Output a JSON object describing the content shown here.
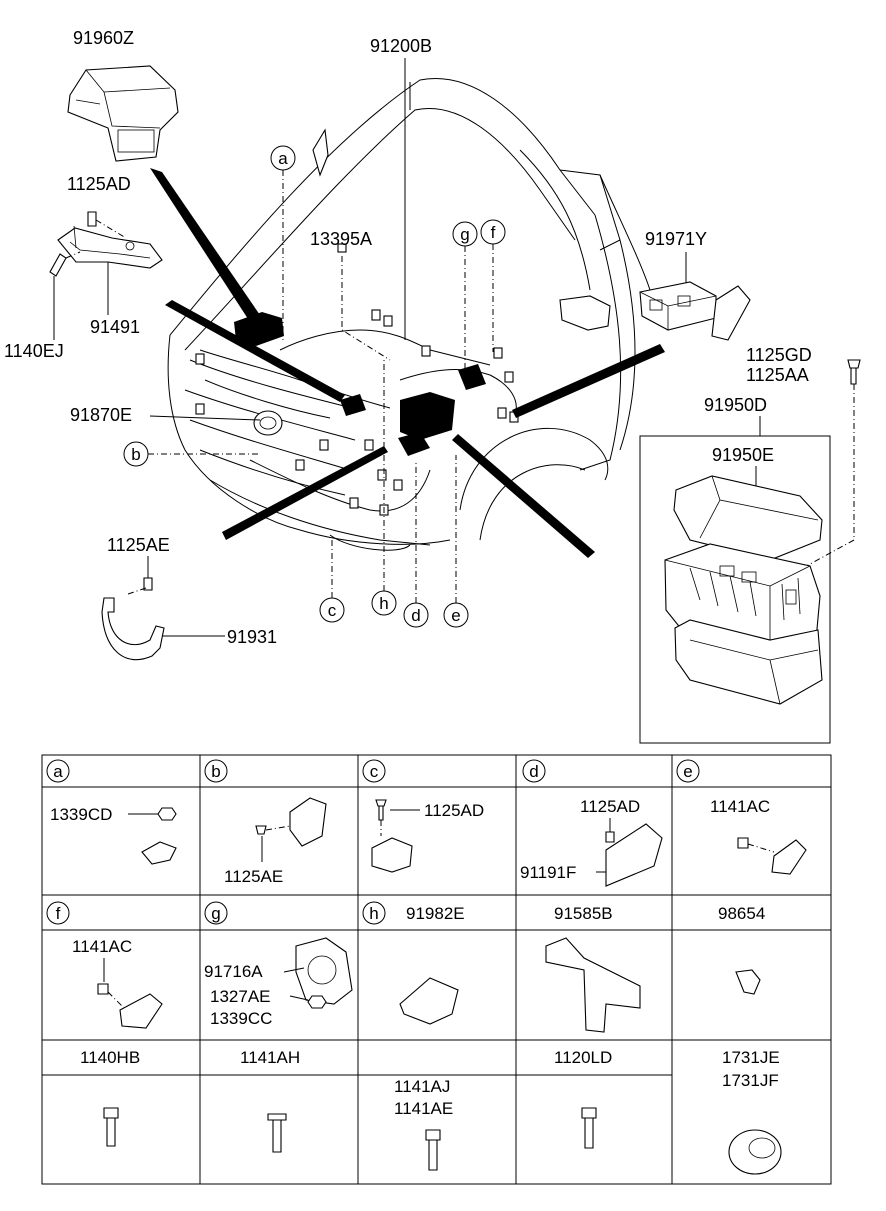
{
  "callouts": {
    "p91960Z": "91960Z",
    "p91200B": "91200B",
    "p1125AD": "1125AD",
    "p13395A": "13395A",
    "p91971Y": "91971Y",
    "p91491": "91491",
    "p1140EJ": "1140EJ",
    "p1125GD": "1125GD",
    "p1125AA": "1125AA",
    "p91870E": "91870E",
    "p91950D": "91950D",
    "p91950E": "91950E",
    "p1125AE": "1125AE",
    "p91931": "91931"
  },
  "letters": {
    "a": "a",
    "b": "b",
    "c": "c",
    "d": "d",
    "e": "e",
    "f": "f",
    "g": "g",
    "h": "h"
  },
  "table": {
    "row1": {
      "a": {
        "key": "a",
        "parts": [
          "1339CD"
        ]
      },
      "b": {
        "key": "b",
        "parts": [
          "1125AE"
        ]
      },
      "c": {
        "key": "c",
        "parts": [
          "1125AD"
        ]
      },
      "d": {
        "key": "d",
        "parts": [
          "1125AD",
          "91191F"
        ]
      },
      "e": {
        "key": "e",
        "parts": [
          "1141AC"
        ]
      }
    },
    "row2": {
      "f": {
        "key": "f",
        "parts": [
          "1141AC"
        ]
      },
      "g": {
        "key": "g",
        "parts": [
          "91716A",
          "1327AE",
          "1339CC"
        ]
      },
      "h": {
        "key": "h",
        "title": "91982E"
      },
      "col4_title": "91585B",
      "col5_title": "98654"
    },
    "row3": {
      "col1_title": "1140HB",
      "col2_title": "1141AH",
      "col3_titles": [
        "1141AJ",
        "1141AE"
      ],
      "col4_title": "1120LD",
      "col5_titles": [
        "1731JE",
        "1731JF"
      ]
    }
  }
}
